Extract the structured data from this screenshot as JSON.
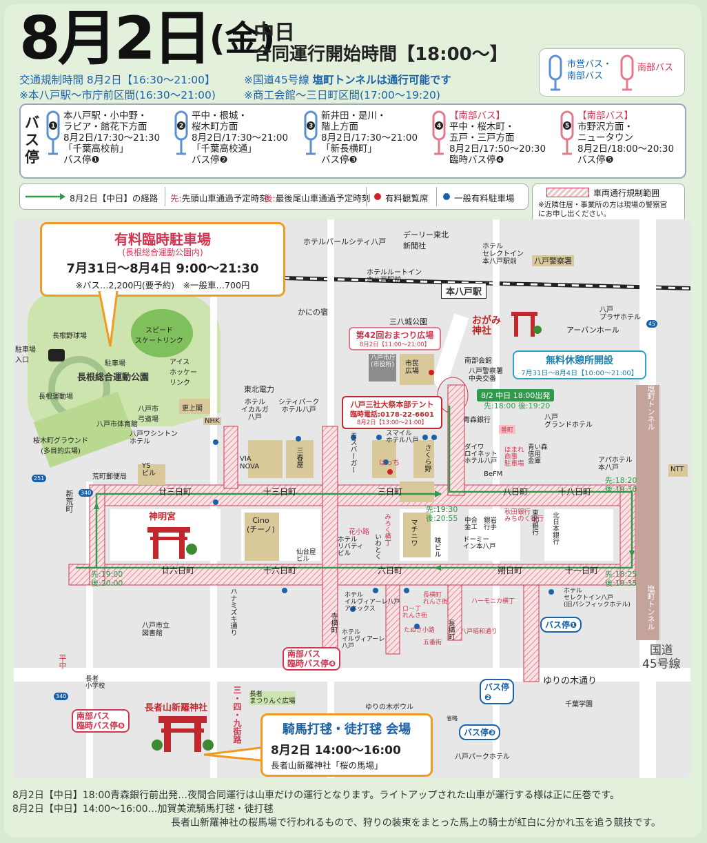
{
  "header": {
    "date": "8月2日",
    "dow": "金",
    "event": "中日",
    "start_time": "合同運行開始時間【18:00〜】",
    "traffic_line1": "交通規制時間 8月2日【16:30〜21:00】",
    "traffic_line2": "※本八戸駅〜市庁前区間(16:30〜21:00)",
    "note_line1_a": "※国道45号線",
    "note_line1_b": "塩町トンネルは通行可能です",
    "note_line2": "※商工会館〜三日町区間(17:00〜19:20)"
  },
  "bus_legend": {
    "city": "市営バス・\n南部バス",
    "nanbu": "南部バス",
    "city_color": "#5b8fd0",
    "nanbu_color": "#e07a8b"
  },
  "bus_stops": {
    "title": "バス停",
    "items": [
      {
        "num": "1",
        "company": "",
        "name": "本八戸駅・小中野・\nラピア・館花下方面",
        "time": "8月2日/17:30〜21:30",
        "stop": "「千葉高校前」\nバス停❶",
        "color": "#5b8fd0"
      },
      {
        "num": "2",
        "company": "",
        "name": "平中・根城・\n桜木町方面",
        "time": "8月2日/17:30〜21:00",
        "stop": "「千葉高校通」\nバス停❷",
        "color": "#5b8fd0"
      },
      {
        "num": "3",
        "company": "",
        "name": "新井田・是川・\n階上方面",
        "time": "8月2日/17:30〜21:00",
        "stop": "「新長横町」\nバス停❸",
        "color": "#5b8fd0"
      },
      {
        "num": "4",
        "company": "【南部バス】",
        "name": "平中・桜木町・\n五戸・三戸方面",
        "time": "8月2日/17:50〜20:30",
        "stop": "臨時バス停❹",
        "color": "#e07a8b"
      },
      {
        "num": "5",
        "company": "【南部バス】",
        "name": "市野沢方面・\nニュータウン",
        "time": "8月2日/18:00〜20:30",
        "stop": "バス停❺",
        "color": "#e07a8b"
      }
    ]
  },
  "legend": {
    "route": "8月2日【中日】の経路",
    "times_a": "先:",
    "times_a_text": "先頭山車通過予定時刻",
    "times_b": "後:",
    "times_b_text": "最後尾山車通過予定時刻",
    "paid_seats": "有料観覧席",
    "paid_parking": "一般有料駐車場",
    "restricted": "車両通行規制範囲",
    "restricted_note": "※近隣住居・事業所の方は現場の警察官\nにお申し出ください。",
    "route_color": "#2e9a4a",
    "red_dot": "#d0202a",
    "blue_dot": "#1a62a8"
  },
  "parking": {
    "title": "有料臨時駐車場",
    "subtitle": "(長根総合運動公園内)",
    "dates": "7月31日〜8月4日",
    "hours": "9:00〜21:30",
    "fees": "※バス…2,200円(要予約)　※一般車…700円"
  },
  "rest": {
    "title": "無料休憩所開設",
    "dates": "7月31日〜8月4日【10:00〜21:00】"
  },
  "omatsuri": {
    "title": "第42回おまつり広場",
    "dates": "8月2日【11:00〜21:00】"
  },
  "tent": {
    "title": "八戸三社大祭本部テント",
    "tel": "臨時電話:0178-22-6601",
    "dates": "8月2日【13:00〜21:00】"
  },
  "departure": {
    "title": "8/2 中日 18:00出発",
    "times": "先:18:00 後:19:20"
  },
  "dabokyu": {
    "title": "騎馬打毬・徒打毬 会場",
    "datetime": "8月2日 14:00〜16:00",
    "place": "長者山新羅神社「桜の馬場」"
  },
  "timing": [
    {
      "a": "先:19:30",
      "b": "後:20:55"
    },
    {
      "a": "先:18:20",
      "b": "後:19:30"
    },
    {
      "a": "先:18:25",
      "b": "後:19:35"
    },
    {
      "a": "先:19:00",
      "b": "後:20:00"
    }
  ],
  "streets": [
    "廿三日町",
    "十三日町",
    "三日町",
    "八日町",
    "十八日町",
    "廿六日町",
    "十六日町",
    "六日町",
    "朔日町",
    "十一日町"
  ],
  "places": {
    "station": "本八戸駅",
    "hotel_pearl": "ホテルパールシティ八戸",
    "dairy": "デーリー東北\n新聞社",
    "hotel_select": "ホテル\nセレクトイン\n本八戸駅前",
    "police": "八戸警察署",
    "route_inn": "ホテルルートイン\n本八戸駅前",
    "kanino": "かにの宿",
    "sanpachi": "三八城公園",
    "ogami": "おがみ\n神社",
    "plaza": "八戸\nプラザホテル",
    "urban": "アーバンホール",
    "nagane_baseball": "長根野球場",
    "speed": "スピード\nスケートリンク",
    "parking_entry": "駐車場\n入口",
    "parking_lbl": "駐車場",
    "nagane_park": "長根総合運動公園",
    "ice": "アイス\nホッケー\nリンク",
    "nagane_track": "長根運動場",
    "kyudojo": "八戸市\n弓道場",
    "gym": "八戸市体育館",
    "sakuragi": "桜木町グラウンド\n(多目的広場)",
    "tohoku_denryoku": "東北電力",
    "ikaru": "ホテル\nイカルガ\n八戸",
    "city_park": "シティパーク\nホテル八戸",
    "sarajo": "更上閣",
    "nhk": "NHK",
    "washington": "八戸ワシントン\nホテル",
    "ys": "YS\nビル",
    "post": "荒町郵便局",
    "city_hall": "八戸市庁\n(市役所)",
    "shimin": "市民\n広場",
    "minami": "南部会館",
    "chuo": "八戸警察署\n中央交番",
    "aomori_bank": "青森銀行",
    "grand": "八戸\nグランドホテル",
    "mos": "モスバーガー",
    "smile": "スマイル\nホテル八戸",
    "hacchi": "はっち",
    "sakurano": "さくら野",
    "via": "VIA\nNOVA",
    "sanharuya": "三春屋",
    "diaroi": "ダイワ\nロイネット\nホテル八戸",
    "homare": "ほまれ\n商事\n駐車場",
    "aoshin": "青い森\n信用\n金庫",
    "befm": "BeFM",
    "aba": "アパホテル\n本八戸",
    "ntt": "NTT",
    "shinmei": "神明宮",
    "cino": "Cino\n(チーノ)",
    "sendai": "仙台屋\nビル",
    "hanakoji": "花小路",
    "liberty": "ホテル\nリバティ\nビル",
    "mirokuyoko": "みろく横丁",
    "iwatoku": "いわとく",
    "machinowa": "マチニワ",
    "mi": "味ビル",
    "chugoku": "中合\n金工",
    "iwate": "銀岩\n行手",
    "dormy": "ドーミー\nイン本八戸",
    "akita": "秋田銀行\nみちのく銀行",
    "tohoku_bank": "東北銀行",
    "kitanihon": "北日本銀行",
    "select2": "ホテル\nセレクトイン八戸\n(旧パシフィックホテル)",
    "harmonica": "ハーモニカ横丁",
    "chojiya": "長横町\nれんさ街",
    "roto": "ロー丁\nれんさ街",
    "tanuki": "たぬき小路",
    "gobanchi": "五番街",
    "showa": "八戸昭和通り",
    "ilviare": "ホテル\nイルヴィアーレ八戸\nアネックス",
    "ilviare2": "ホテル\nイルヴィアーレ\n八戸",
    "chojayoko": "長横町",
    "teramachi": "寺横町",
    "hanamizuki": "ハナミズキ通り",
    "sankoji": "三・四・九街路",
    "library": "八戸市立\n図書館",
    "chojakoto": "長者\n小学校",
    "chojaya": "長者\nまつりんぐ広場",
    "yurinoki": "ゆりの木通り",
    "yurinoki_bowl": "ゆりの木ボウル",
    "chibagakuen": "千葉学園",
    "park": "八戸パークホテル",
    "shinra": "長者山新羅神社",
    "shiomachi": "塩町トンネル",
    "shiomachi2": "塩町トンネル",
    "kokudo": "国道\n45号線",
    "shinara": "新荒町",
    "hirachu": "平中",
    "route340": "340",
    "route251": "251",
    "route45": "45",
    "ryaku": "省略",
    "busstop1": "バス停❶",
    "busstop2": "バス停",
    "busstop3": "バス停❸",
    "busstop4": "南部バス\n臨時バス停❹",
    "busstop5": "南部バス\n臨時バス停❺",
    "tsuki": "番町"
  },
  "footer": {
    "line1": "8月2日【中日】18:00青森銀行前出発…夜間合同運行は山車だけの運行となります。ライトアップされた山車が運行する様は正に圧巻です。",
    "line2": "8月2日【中日】14:00〜16:00…加賀美流騎馬打毬・徒打毬",
    "line3": "長者山新羅神社の桜馬場で行われるもので、狩りの装束をまとった馬上の騎士が紅白に分かれ玉を追う競技です。"
  }
}
